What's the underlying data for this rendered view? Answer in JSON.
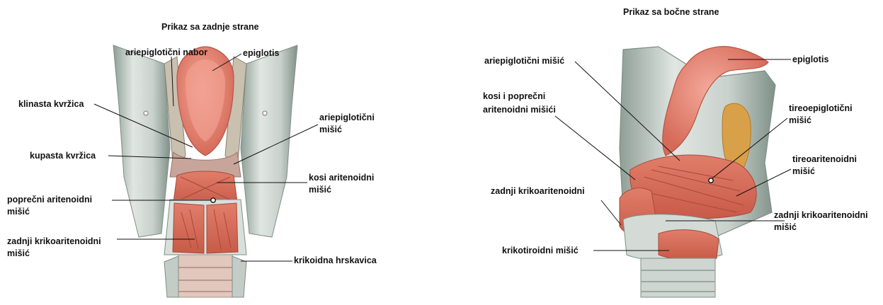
{
  "posterior_view": {
    "title": "Prikaz sa zadnje strane",
    "labels": {
      "aryepiglottic_fold": "ariepiglotični nabor",
      "epiglottis": "epiglotis",
      "cuneiform": "klinasta kvržica",
      "aryepiglottic_muscle_1": "ariepiglotični",
      "aryepiglottic_muscle_2": "mišić",
      "corniculate": "kupasta kvržica",
      "oblique_arytenoid_1": "kosi aritenoidni",
      "oblique_arytenoid_2": "mišić",
      "transverse_arytenoid_1": "poprečni aritenoidni",
      "transverse_arytenoid_2": "mišić",
      "posterior_crico_1": "zadnji krikoaritenoidni",
      "posterior_crico_2": "mišić",
      "cricoid": "krikoidna hrskavica"
    }
  },
  "lateral_view": {
    "title": "Prikaz sa bočne strane",
    "labels": {
      "aryepiglottic_muscle": "ariepiglotični mišić",
      "epiglottis": "epiglotis",
      "oblique_transverse_1": "kosi i poprečni",
      "oblique_transverse_2": "aritenoidni mišići",
      "thyroepiglottic_1": "tireoepiglotični",
      "thyroepiglottic_2": "mišić",
      "thyroarytenoid_1": "tireoaritenoidni",
      "thyroarytenoid_2": "mišić",
      "posterior_crico_left": "zadnji krikoaritenoidni",
      "posterior_crico_right_1": "zadnji krikoaritenoidni",
      "posterior_crico_right_2": "mišić",
      "cricothyroid": "krikotiroidni mišić"
    }
  },
  "colors": {
    "muscle": "#d86a57",
    "muscle_dark": "#b84a3a",
    "epiglottis": "#e88878",
    "cartilage": "#d6dcd8",
    "cartilage_shadow": "#8e9f96",
    "fat": "#d9a04a"
  }
}
